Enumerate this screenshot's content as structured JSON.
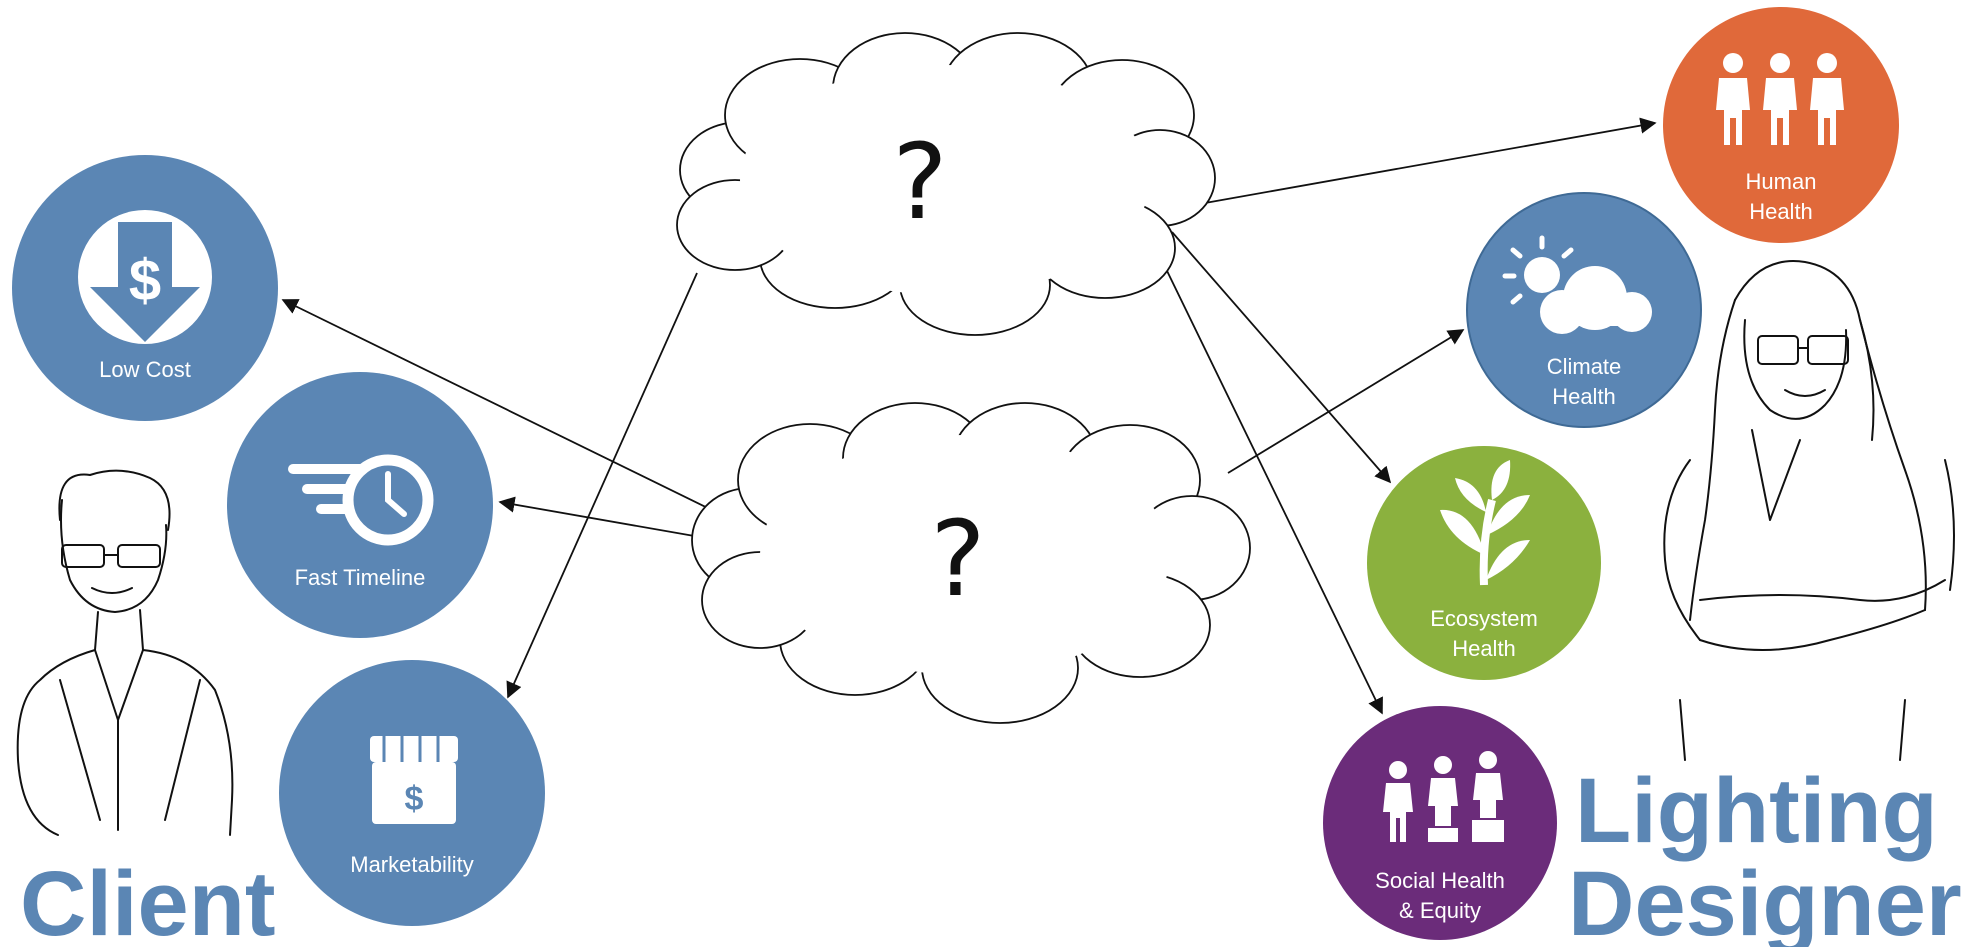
{
  "colors": {
    "client_blue": "#5b86b4",
    "human_health": "#e0693a",
    "climate_health": "#5b86b4",
    "ecosystem_health": "#8bb13e",
    "social_health": "#6b2c7a",
    "title_blue": "#5b86b4",
    "line": "#111111"
  },
  "clouds": {
    "top_text": "?",
    "middle_text": "?"
  },
  "client": {
    "title": "Client",
    "goals": [
      {
        "label_lines": [
          "Low Cost"
        ],
        "icon": "dollar-down-arrow-icon"
      },
      {
        "label_lines": [
          "Fast Timeline"
        ],
        "icon": "fast-clock-icon"
      },
      {
        "label_lines": [
          "Marketability"
        ],
        "icon": "storefront-dollar-icon"
      }
    ]
  },
  "designer": {
    "title_lines": [
      "Lighting",
      "Designer"
    ],
    "goals": [
      {
        "label_lines": [
          "Human",
          "Health"
        ],
        "icon": "people-icon"
      },
      {
        "label_lines": [
          "Climate",
          "Health"
        ],
        "icon": "sun-cloud-icon"
      },
      {
        "label_lines": [
          "Ecosystem",
          "Health"
        ],
        "icon": "plant-icon"
      },
      {
        "label_lines": [
          "Social Health",
          "& Equity"
        ],
        "icon": "equity-people-icon"
      }
    ]
  }
}
